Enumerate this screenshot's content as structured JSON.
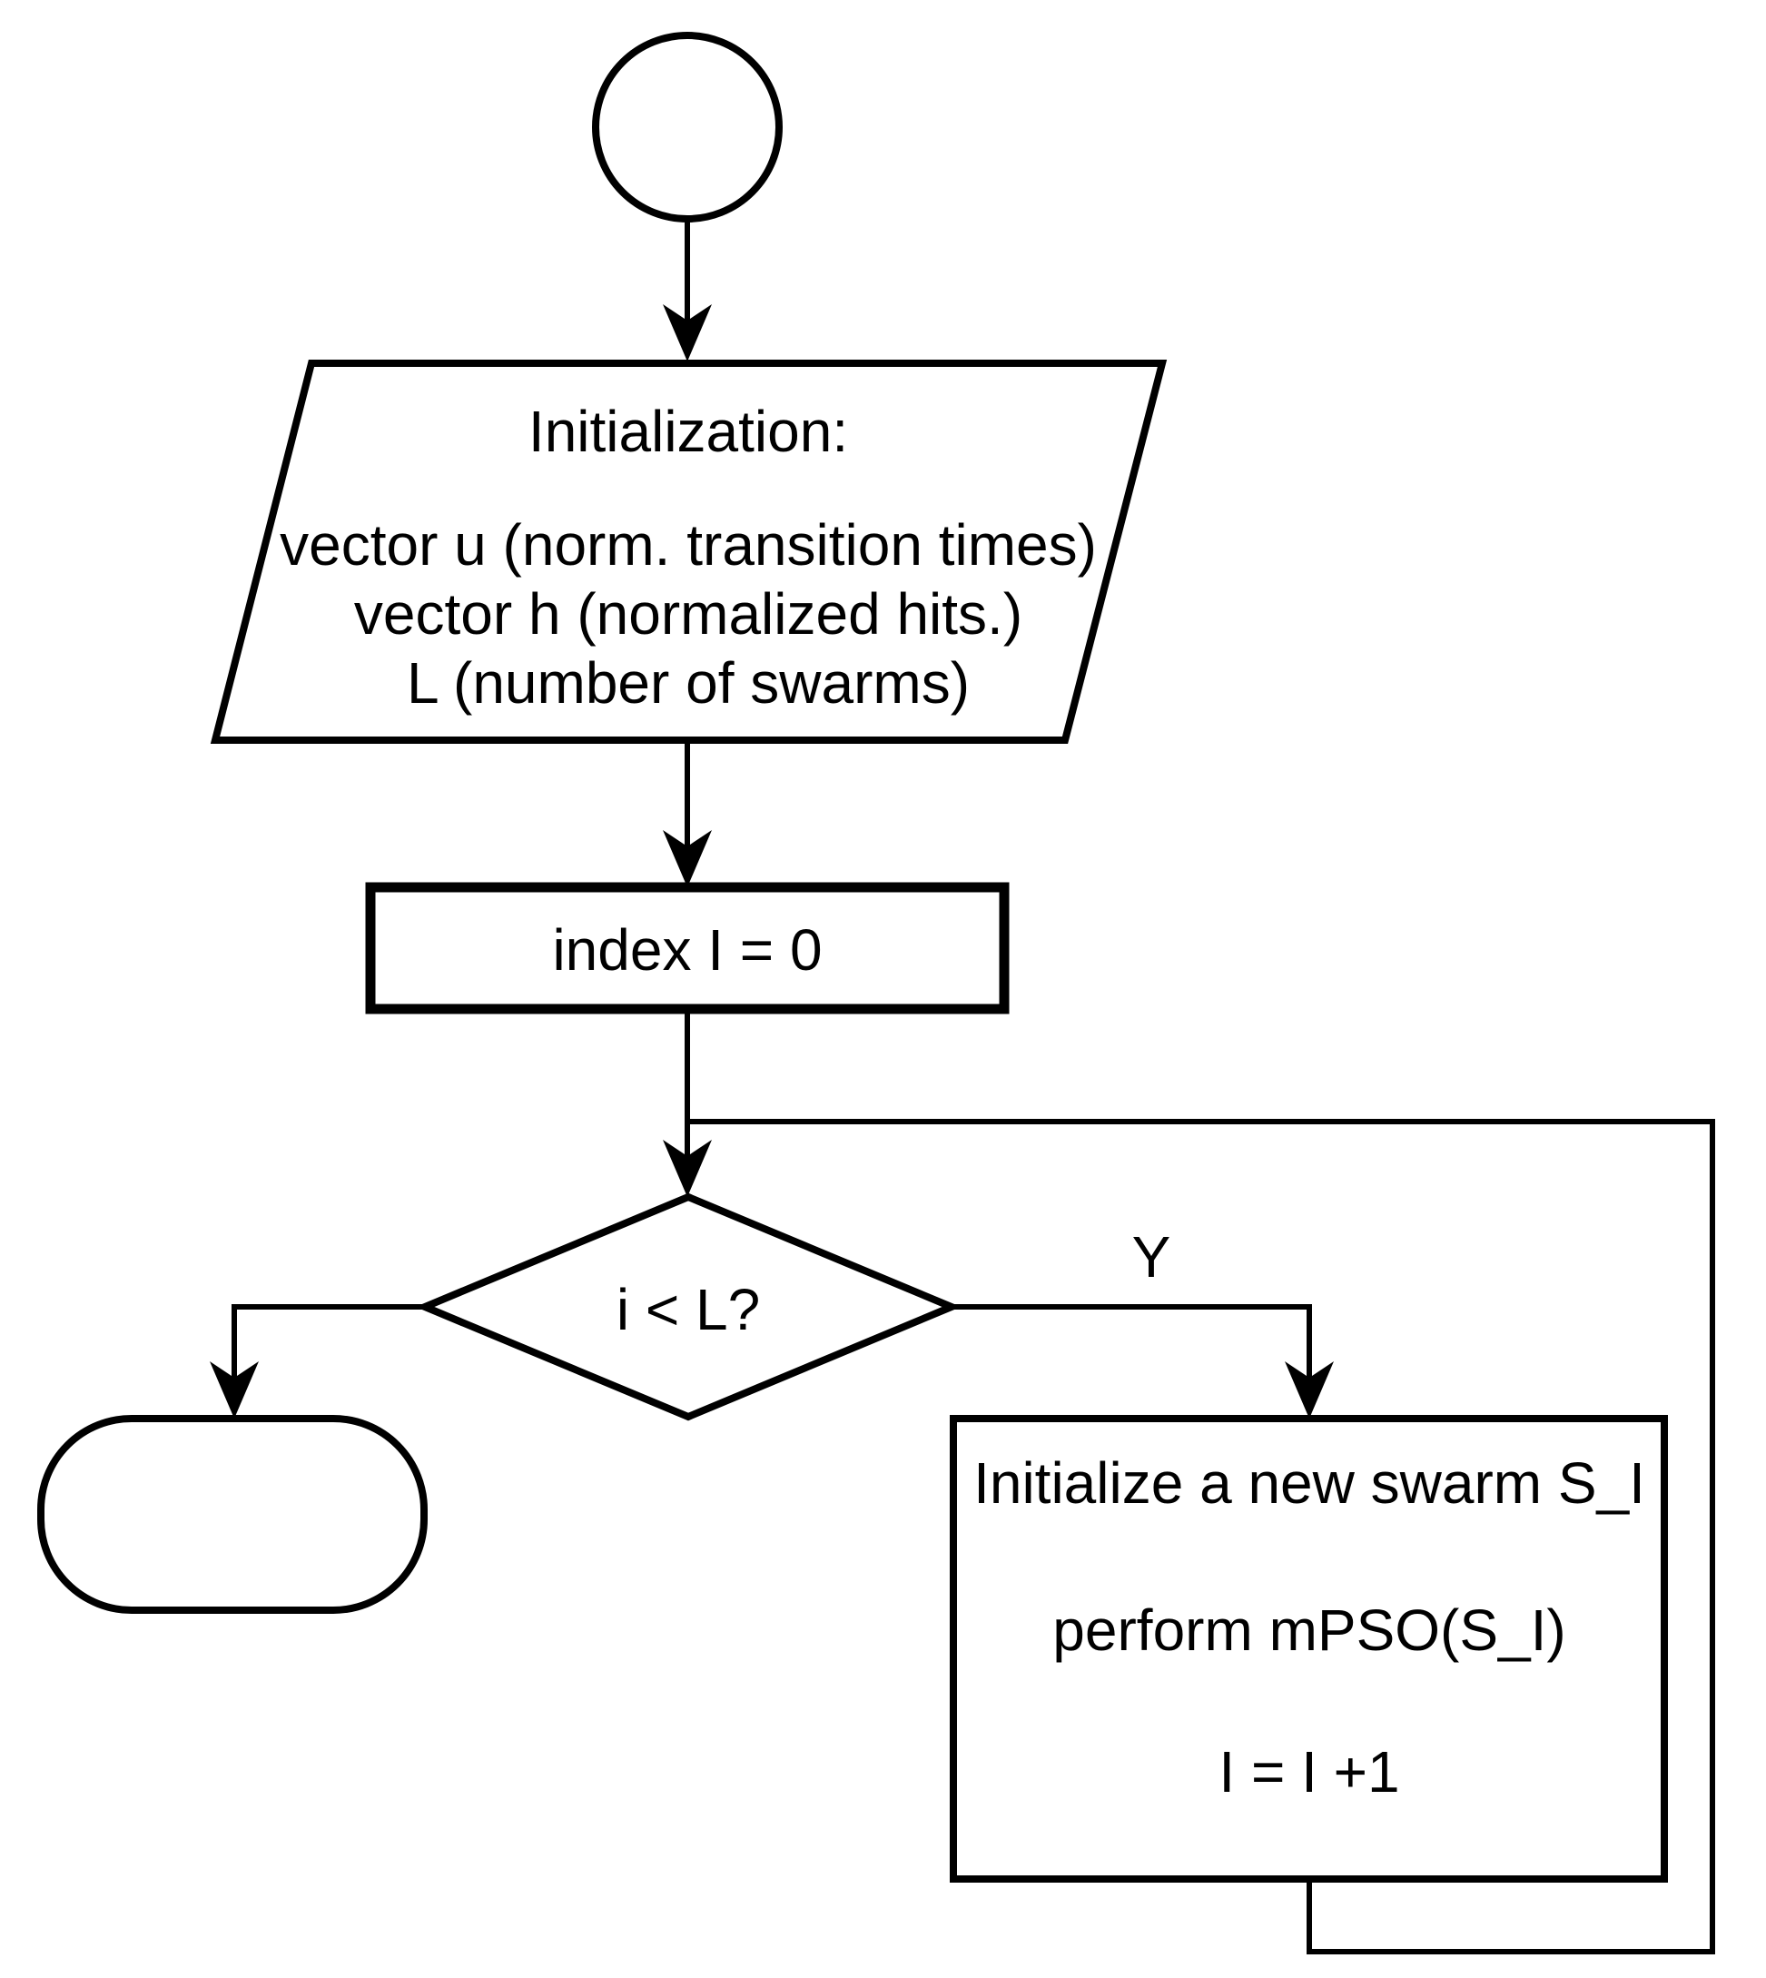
{
  "colors": {
    "ink": "#000000",
    "background": "#ffffff"
  },
  "nodes": {
    "start": {
      "shape": "circle",
      "label": ""
    },
    "initialization": {
      "shape": "parallelogram",
      "title": "Initialization:",
      "lines": [
        "vector u (norm. transition times)",
        "vector h (normalized hits.)",
        "L (number of swarms)"
      ]
    },
    "index_assign": {
      "shape": "process",
      "label": "index I = 0"
    },
    "loop_condition": {
      "shape": "decision",
      "label": "i < L?"
    },
    "terminator": {
      "shape": "terminator",
      "label": ""
    },
    "loop_body": {
      "shape": "process",
      "lines": [
        "Initialize a new swarm S_I",
        "perform mPSO(S_I)",
        "I = I +1"
      ]
    }
  },
  "edges": {
    "yes_label": "Y"
  }
}
